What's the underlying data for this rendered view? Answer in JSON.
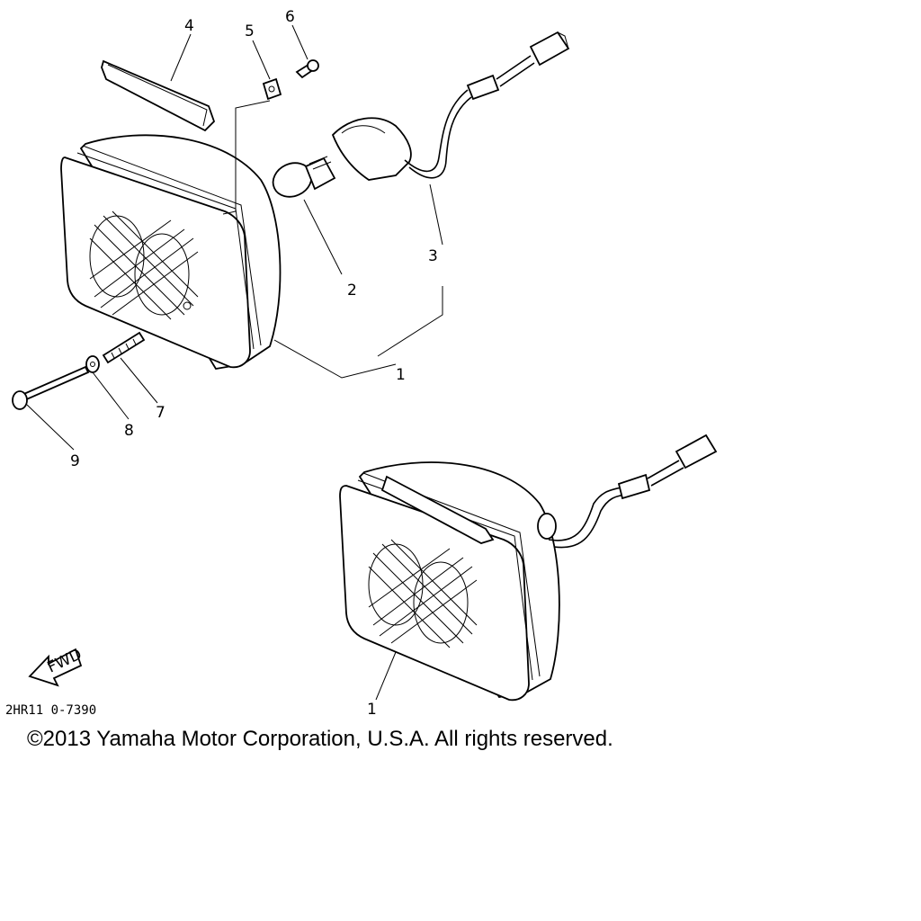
{
  "diagram": {
    "callouts": {
      "c1a": "1",
      "c1b": "1",
      "c2": "2",
      "c3": "3",
      "c4": "4",
      "c5": "5",
      "c6": "6",
      "c7": "7",
      "c8": "8",
      "c9": "9"
    },
    "arrow_label": "FWD",
    "diagram_code": "2HR11 0-7390",
    "copyright": "©2013 Yamaha Motor Corporation, U.S.A. All rights reserved."
  }
}
